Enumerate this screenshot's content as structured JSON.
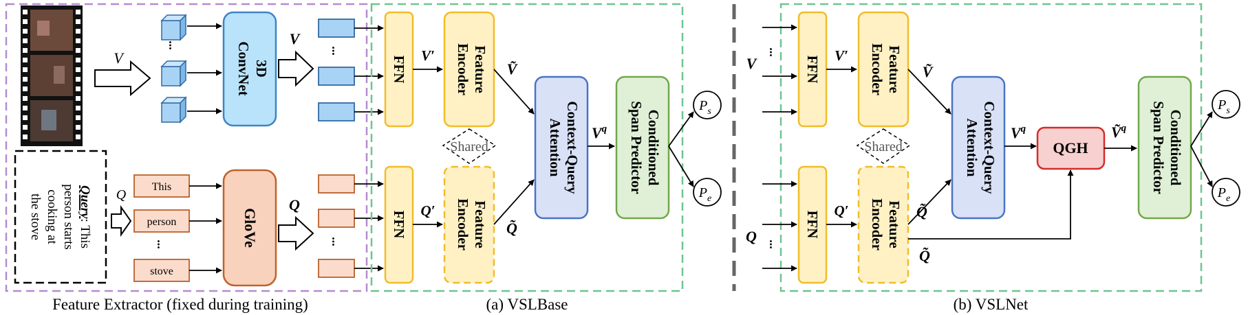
{
  "colors": {
    "purple_dash": "#b58bd1",
    "green_dash": "#6dc590",
    "gray_divider": "#666666",
    "cube_fill": "#a9d3f5",
    "cube_stroke": "#2f6aa3",
    "convnet_fill": "#b9e3fb",
    "convnet_stroke": "#3e84c4",
    "word_fill": "#fbdccc",
    "word_stroke": "#b9602a",
    "glove_fill": "#f8d2bd",
    "glove_stroke": "#c0612b",
    "ffn_fill": "#fff1c4",
    "ffn_stroke": "#f0bd2a",
    "cqa_fill": "#d8e1f6",
    "cqa_stroke": "#4b73c5",
    "csp_fill": "#dff0d7",
    "csp_stroke": "#71a84a",
    "qgh_fill": "#f7d0d0",
    "qgh_stroke": "#d62b2b"
  },
  "extractor": {
    "query_label": "Query",
    "query_colon": ": This",
    "query_lines": [
      "person starts",
      "cooking at",
      "the stove"
    ],
    "v_symbol": "V",
    "q_symbol": "Q",
    "convnet_lines": [
      "3D",
      "ConvNet"
    ],
    "glove_label": "GloVe",
    "words": [
      "This",
      "person",
      "...",
      "stove"
    ],
    "caption": "Feature Extractor (fixed during training)"
  },
  "vslbase": {
    "ffn": "FFN",
    "encoder_lines": [
      "Feature",
      "Encoder"
    ],
    "shared": "Shared",
    "cqa_lines": [
      "Context-Query",
      "Attention"
    ],
    "csp_lines": [
      "Conditioned",
      "Span Predictor"
    ],
    "v_prime": "V′",
    "q_prime": "Q′",
    "v_tilde": "Ṽ",
    "q_tilde": "Q̃",
    "vq_base": "V",
    "vq_sup": "q",
    "ps_base": "P",
    "ps_sub": "s",
    "pe_base": "P",
    "pe_sub": "e",
    "caption": "(a) VSLBase"
  },
  "vslnet": {
    "ffn": "FFN",
    "encoder_lines": [
      "Feature",
      "Encoder"
    ],
    "shared": "Shared",
    "cqa_lines": [
      "Context-Query",
      "Attention"
    ],
    "csp_lines": [
      "Conditioned",
      "Span Predictor"
    ],
    "qgh": "QGH",
    "v_in": "V",
    "q_in": "Q",
    "v_prime": "V′",
    "q_prime": "Q′",
    "v_tilde": "Ṽ",
    "q_tilde": "Q̃",
    "q_tilde_bottom": "Q̃",
    "vq_base": "V",
    "vq_sup": "q",
    "vq_tilde_base": "Ṽ",
    "vq_tilde_sup": "q",
    "ps_base": "P",
    "ps_sub": "s",
    "pe_base": "P",
    "pe_sub": "e",
    "caption": "(b) VSLNet"
  },
  "ellipsis": "..."
}
